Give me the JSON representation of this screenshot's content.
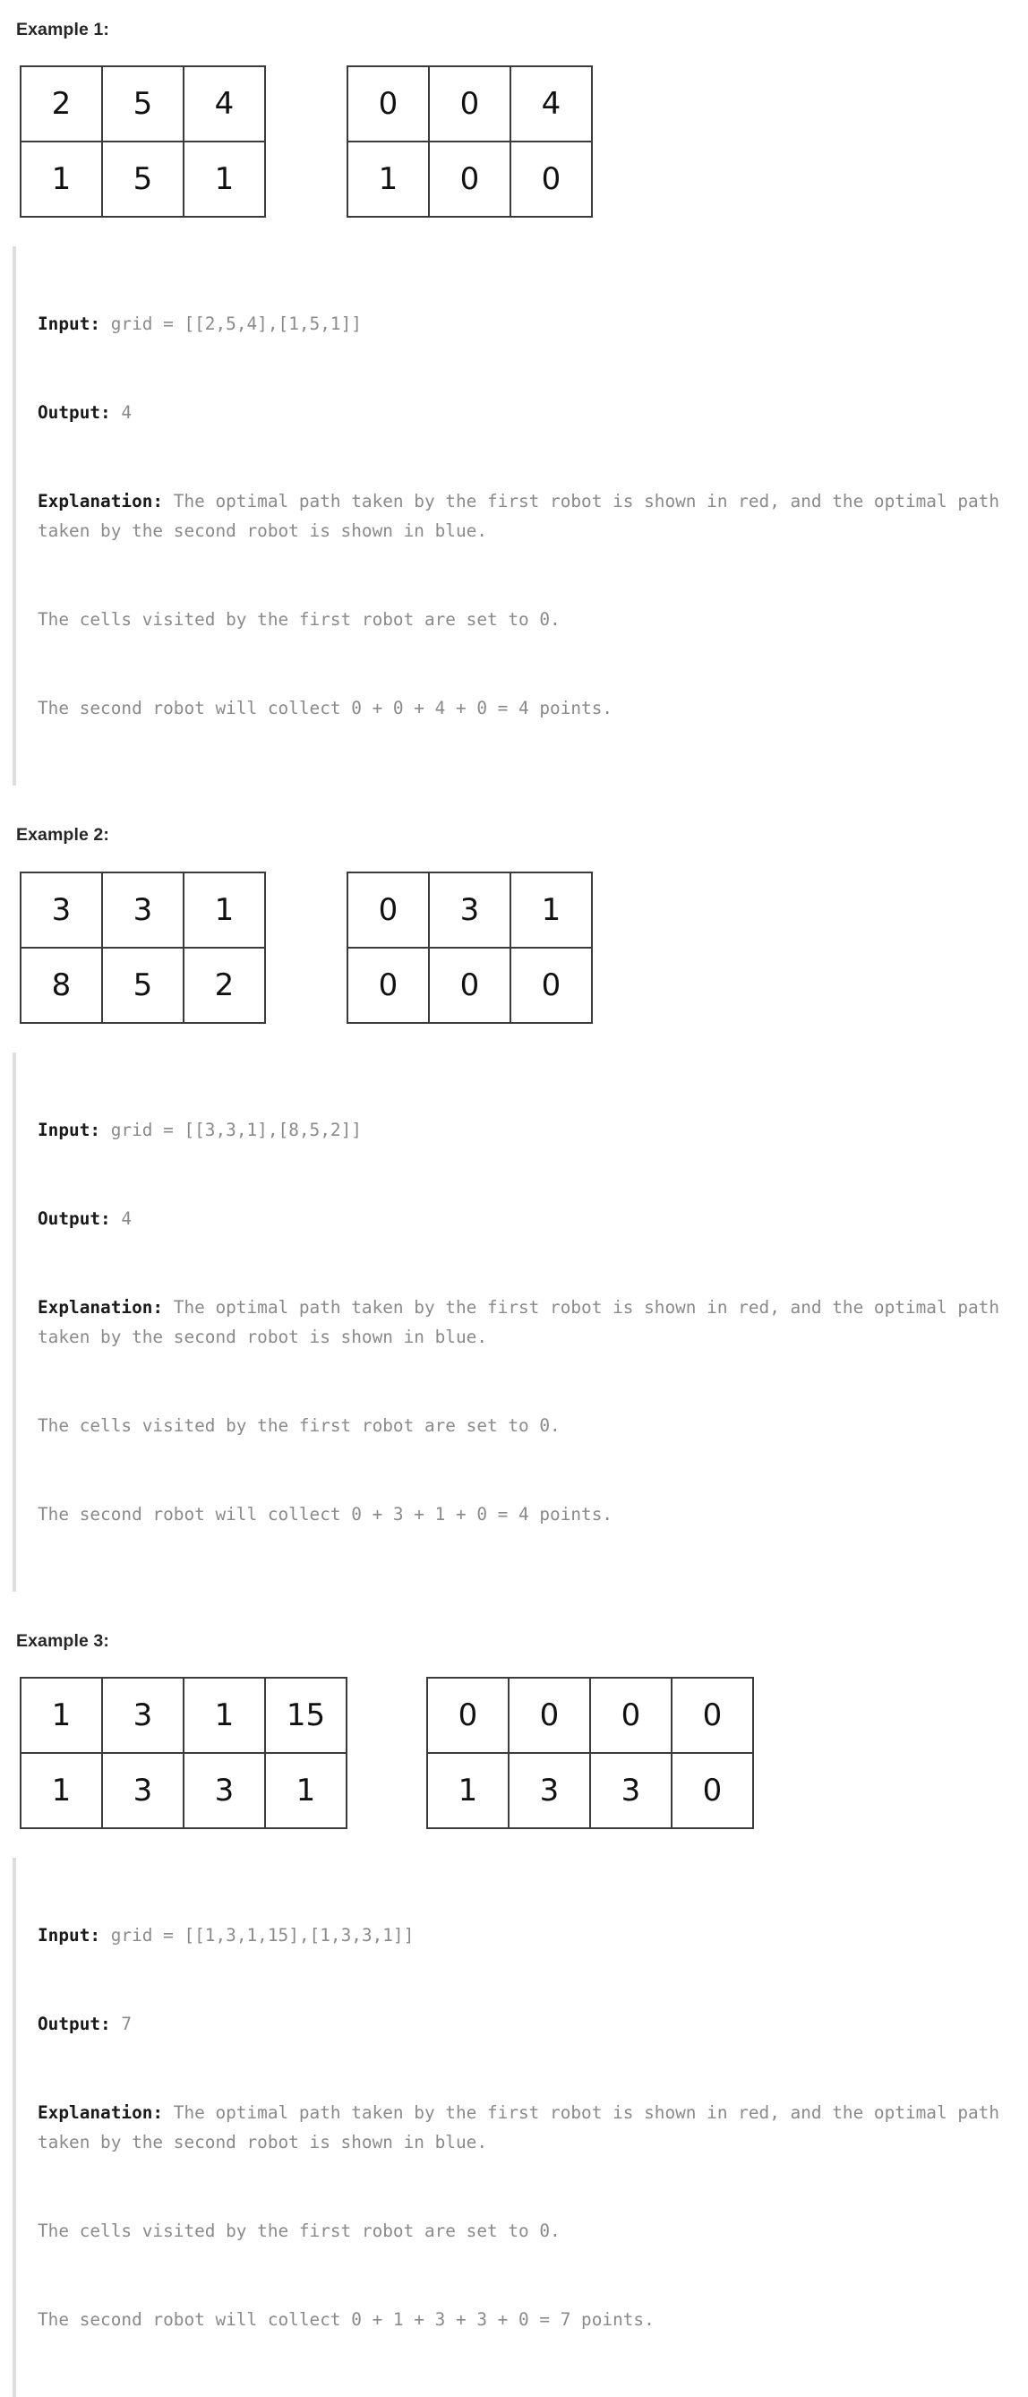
{
  "colors": {
    "red": "#E8382B",
    "blue": "#6E9BD2",
    "grid_border": "#3b3b3b",
    "code_text": "#8a8a8a",
    "code_label": "#1a1a1a",
    "code_rule": "#dcdcdc",
    "heading": "#262626"
  },
  "examples": [
    {
      "heading": "Example 1:",
      "red_grid": {
        "rows": [
          [
            {
              "value": "2",
              "fill": "red"
            },
            {
              "value": "5",
              "fill": "red"
            },
            {
              "value": "4",
              "fill": "white"
            }
          ],
          [
            {
              "value": "1",
              "fill": "white"
            },
            {
              "value": "5",
              "fill": "red"
            },
            {
              "value": "1",
              "fill": "red"
            }
          ]
        ]
      },
      "blue_grid": {
        "rows": [
          [
            {
              "value": "0",
              "fill": "blue"
            },
            {
              "value": "0",
              "fill": "blue"
            },
            {
              "value": "4",
              "fill": "blue"
            }
          ],
          [
            {
              "value": "1",
              "fill": "white"
            },
            {
              "value": "0",
              "fill": "white"
            },
            {
              "value": "0",
              "fill": "blue"
            }
          ]
        ]
      },
      "code": {
        "input_label": "Input: ",
        "input_value": "grid = [[2,5,4],[1,5,1]]",
        "output_label": "Output: ",
        "output_value": "4",
        "explanation_label": "Explanation: ",
        "explanation_value": "The optimal path taken by the first robot is shown in red, and the optimal path taken by the second robot is shown in blue.",
        "note_line_1": "The cells visited by the first robot are set to 0.",
        "note_line_2": "The second robot will collect 0 + 0 + 4 + 0 = 4 points."
      }
    },
    {
      "heading": "Example 2:",
      "red_grid": {
        "rows": [
          [
            {
              "value": "3",
              "fill": "red"
            },
            {
              "value": "3",
              "fill": "white"
            },
            {
              "value": "1",
              "fill": "white"
            }
          ],
          [
            {
              "value": "8",
              "fill": "red"
            },
            {
              "value": "5",
              "fill": "red"
            },
            {
              "value": "2",
              "fill": "red"
            }
          ]
        ]
      },
      "blue_grid": {
        "rows": [
          [
            {
              "value": "0",
              "fill": "blue"
            },
            {
              "value": "3",
              "fill": "blue"
            },
            {
              "value": "1",
              "fill": "blue"
            }
          ],
          [
            {
              "value": "0",
              "fill": "white"
            },
            {
              "value": "0",
              "fill": "white"
            },
            {
              "value": "0",
              "fill": "blue"
            }
          ]
        ]
      },
      "code": {
        "input_label": "Input: ",
        "input_value": "grid = [[3,3,1],[8,5,2]]",
        "output_label": "Output: ",
        "output_value": "4",
        "explanation_label": "Explanation: ",
        "explanation_value": "The optimal path taken by the first robot is shown in red, and the optimal path taken by the second robot is shown in blue.",
        "note_line_1": "The cells visited by the first robot are set to 0.",
        "note_line_2": "The second robot will collect 0 + 3 + 1 + 0 = 4 points."
      }
    },
    {
      "heading": "Example 3:",
      "red_grid": {
        "rows": [
          [
            {
              "value": "1",
              "fill": "red"
            },
            {
              "value": "3",
              "fill": "red"
            },
            {
              "value": "1",
              "fill": "red"
            },
            {
              "value": "15",
              "fill": "red"
            }
          ],
          [
            {
              "value": "1",
              "fill": "white"
            },
            {
              "value": "3",
              "fill": "white"
            },
            {
              "value": "3",
              "fill": "white"
            },
            {
              "value": "1",
              "fill": "red"
            }
          ]
        ]
      },
      "blue_grid": {
        "rows": [
          [
            {
              "value": "0",
              "fill": "blue-dot"
            },
            {
              "value": "0",
              "fill": "white"
            },
            {
              "value": "0",
              "fill": "white"
            },
            {
              "value": "0",
              "fill": "white"
            }
          ],
          [
            {
              "value": "1",
              "fill": "blue-dot"
            },
            {
              "value": "3",
              "fill": "blue-dot"
            },
            {
              "value": "3",
              "fill": "blue-dot"
            },
            {
              "value": "0",
              "fill": "blue-dot"
            }
          ]
        ]
      },
      "code": {
        "input_label": "Input: ",
        "input_value": "grid = [[1,3,1,15],[1,3,3,1]]",
        "output_label": "Output: ",
        "output_value": "7",
        "explanation_label": "Explanation: ",
        "explanation_value": "The optimal path taken by the first robot is shown in red, and the optimal path taken by the second robot is shown in blue.",
        "note_line_1": "The cells visited by the first robot are set to 0.",
        "note_line_2": "The second robot will collect 0 + 1 + 3 + 3 + 0 = 7 points."
      }
    }
  ]
}
